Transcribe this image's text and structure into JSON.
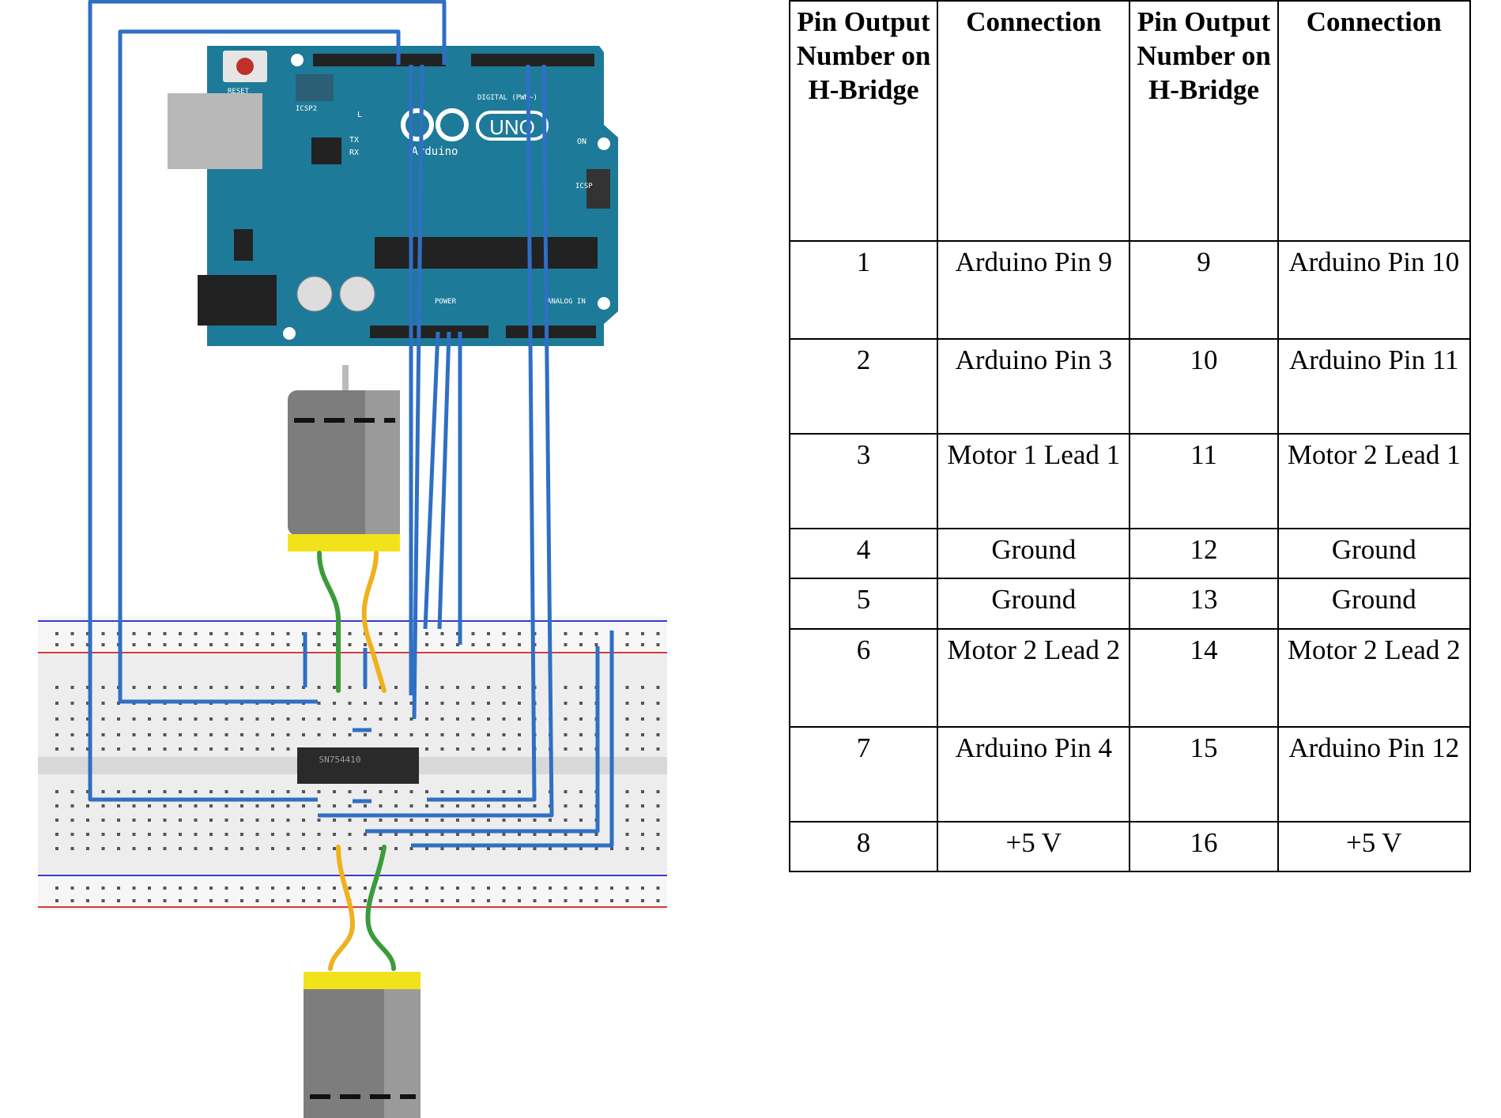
{
  "diagram": {
    "board": {
      "reset_label": "RESET",
      "icsp2_label": "ICSP2",
      "icsp_label": "ICSP",
      "digital_label": "DIGITAL (PWM~)",
      "power_label": "POWER",
      "analog_label": "ANALOG IN",
      "logo_text": "UNO",
      "brand_text": "Arduino",
      "led_l": "L",
      "led_tx": "TX",
      "led_rx": "RX",
      "led_on": "ON"
    },
    "chip_label": "SN754410",
    "colors": {
      "board": "#1e7a99",
      "wire": "#2f6fc4",
      "motor": "#7d7d7d",
      "motor_cap": "#f2e21c",
      "lead_green": "#3a9b3a",
      "lead_yellow": "#efb11c"
    }
  },
  "table": {
    "headers": [
      "Pin Output Number on H-Bridge",
      "Connection",
      "Pin Output Number on H-Bridge",
      "Connection"
    ],
    "rows": [
      [
        "1",
        "Arduino Pin 9",
        "9",
        "Arduino Pin 10"
      ],
      [
        "2",
        "Arduino Pin 3",
        "10",
        "Arduino Pin 11"
      ],
      [
        "3",
        "Motor 1 Lead 1",
        "11",
        "Motor 2 Lead 1"
      ],
      [
        "4",
        "Ground",
        "12",
        "Ground"
      ],
      [
        "5",
        "Ground",
        "13",
        "Ground"
      ],
      [
        "6",
        "Motor 2 Lead 2",
        "14",
        "Motor 2 Lead 2"
      ],
      [
        "7",
        "Arduino Pin 4",
        "15",
        "Arduino Pin 12"
      ],
      [
        "8",
        "+5 V",
        "16",
        "+5 V"
      ]
    ]
  }
}
